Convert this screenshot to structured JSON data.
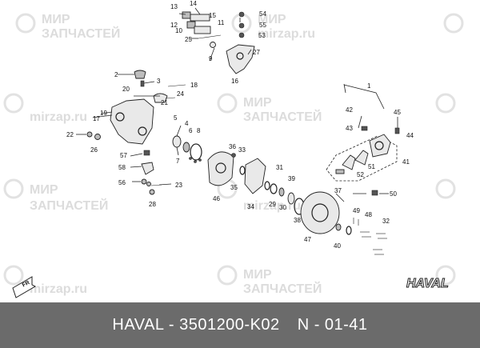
{
  "watermark": {
    "line1": "МИР",
    "line2": "ЗАПЧАСТЕЙ",
    "site": "mirzap.ru"
  },
  "orientation": "FR",
  "brand_logo": "HAVAL",
  "callouts": [
    "1",
    "2",
    "3",
    "4",
    "5",
    "6",
    "7",
    "8",
    "9",
    "10",
    "11",
    "12",
    "13",
    "14",
    "15",
    "16",
    "17",
    "18",
    "19",
    "20",
    "21",
    "22",
    "23",
    "24",
    "25",
    "26",
    "27",
    "28",
    "29",
    "30",
    "31",
    "32",
    "33",
    "34",
    "35",
    "36",
    "37",
    "38",
    "39",
    "40",
    "41",
    "42",
    "43",
    "44",
    "45",
    "46",
    "47",
    "48",
    "49",
    "50",
    "51",
    "52",
    "53",
    "54",
    "55",
    "56",
    "57",
    "58"
  ],
  "footer": {
    "part_text": "HAVAL - 3501200-K02",
    "ref_text": "N - 01-41"
  }
}
